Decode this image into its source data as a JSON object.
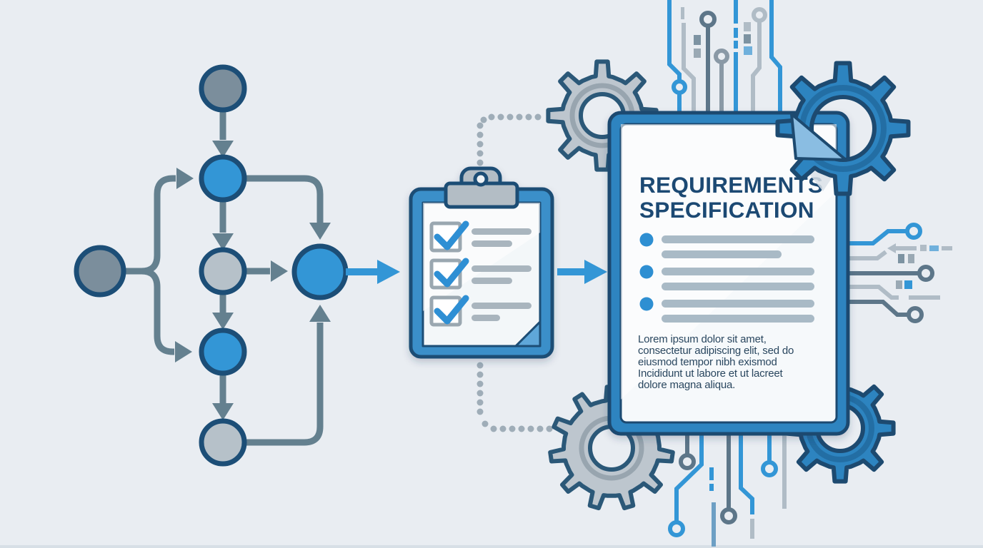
{
  "scene": {
    "background_color": "#e9edf2",
    "accent_blue": "#3396d6",
    "navy_outline": "#1d4a70",
    "slate_connector": "#64808f"
  },
  "flowchart": {
    "node_colors": {
      "start": "#7b8e9c",
      "active": "#3396d6",
      "neutral": "#b6c1c9"
    }
  },
  "clipboard": {
    "checked_items": 3
  },
  "document": {
    "title_line1": "REQUIREMENTS",
    "title_line2": "SPECIFICATION",
    "bullets": 3,
    "paragraph_lines": [
      "Lorem ipsum dolor sit amet,",
      "consectetur adipiscing elit, sed do",
      "eiusmod tempor nibh exismod",
      "Incididunt ut labore et ut lacreet",
      "dolore magna aliqua."
    ]
  }
}
